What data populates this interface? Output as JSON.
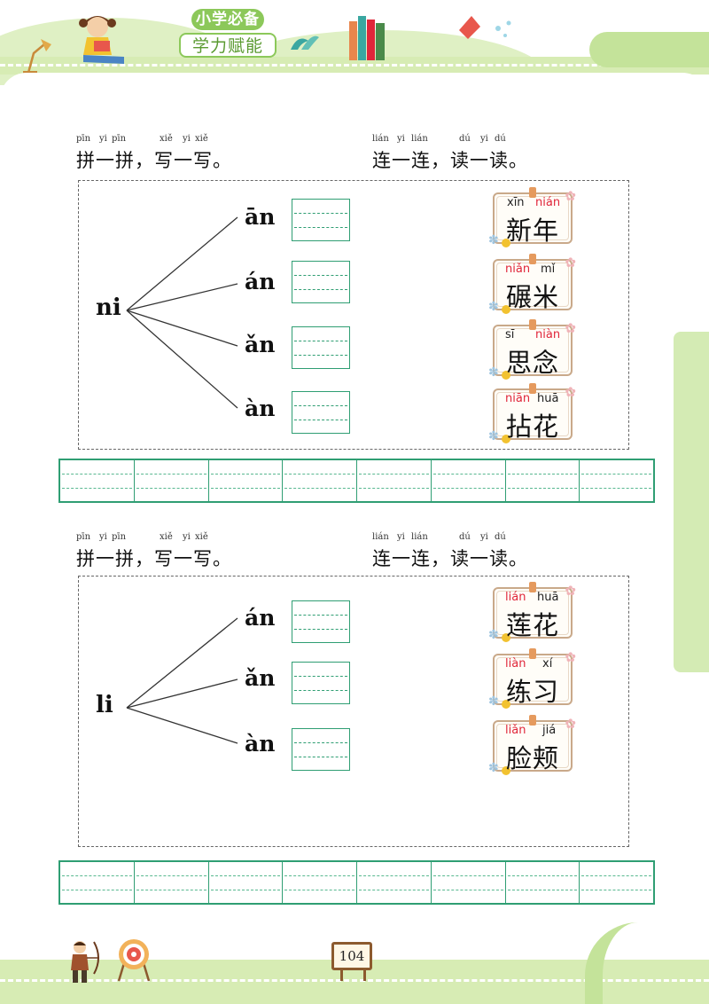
{
  "header": {
    "brand_line1": "小学必备",
    "brand_line2": "学力赋能"
  },
  "sections": [
    {
      "pinyin_task": {
        "pinyin": [
          "pīn",
          "yi",
          "pīn",
          "xiě",
          "yi",
          "xiě"
        ],
        "text": "拼一拼，写一写。"
      },
      "match_task": {
        "pinyin": [
          "lián",
          "yi",
          "lián",
          "dú",
          "yi",
          "dú"
        ],
        "text": "连一连，读一读。"
      },
      "initial": "ni",
      "finals": [
        "ān",
        "án",
        "ǎn",
        "àn"
      ],
      "cards": [
        {
          "py1": "xīn",
          "py1_color": "black",
          "py2": "nián",
          "py2_color": "red",
          "hanzi": "新年"
        },
        {
          "py1": "niǎn",
          "py1_color": "red",
          "py2": "mǐ",
          "py2_color": "black",
          "hanzi": "碾米"
        },
        {
          "py1": "sī",
          "py1_color": "black",
          "py2": "niàn",
          "py2_color": "red",
          "hanzi": "思念"
        },
        {
          "py1": "niān",
          "py1_color": "red",
          "py2": "huā",
          "py2_color": "black",
          "hanzi": "拈花"
        }
      ]
    },
    {
      "pinyin_task": {
        "pinyin": [
          "pīn",
          "yi",
          "pīn",
          "xiě",
          "yi",
          "xiě"
        ],
        "text": "拼一拼，写一写。"
      },
      "match_task": {
        "pinyin": [
          "lián",
          "yi",
          "lián",
          "dú",
          "yi",
          "dú"
        ],
        "text": "连一连，读一读。"
      },
      "initial": "li",
      "finals": [
        "án",
        "ǎn",
        "àn"
      ],
      "cards": [
        {
          "py1": "lián",
          "py1_color": "red",
          "py2": "huā",
          "py2_color": "black",
          "hanzi": "莲花"
        },
        {
          "py1": "liàn",
          "py1_color": "red",
          "py2": "xí",
          "py2_color": "black",
          "hanzi": "练习"
        },
        {
          "py1": "liǎn",
          "py1_color": "red",
          "py2": "jiá",
          "py2_color": "black",
          "hanzi": "脸颊"
        }
      ]
    }
  ],
  "page_number": "104",
  "colors": {
    "accent_green": "#2f9e73",
    "band_green": "#d7ecb4",
    "pinyin_red": "#e0263a"
  }
}
